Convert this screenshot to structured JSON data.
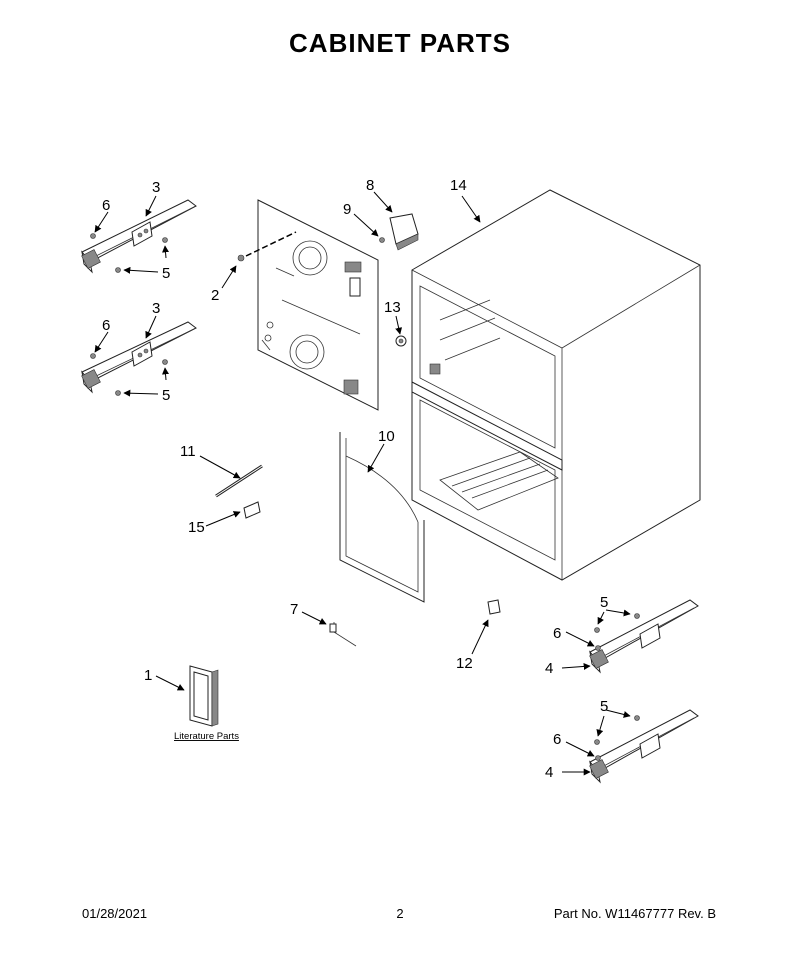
{
  "title": "CABINET PARTS",
  "callouts": [
    {
      "id": "c3a",
      "label": "3"
    },
    {
      "id": "c6a",
      "label": "6"
    },
    {
      "id": "c5a",
      "label": "5"
    },
    {
      "id": "c3b",
      "label": "3"
    },
    {
      "id": "c6b",
      "label": "6"
    },
    {
      "id": "c5b",
      "label": "5"
    },
    {
      "id": "c2",
      "label": "2"
    },
    {
      "id": "c8",
      "label": "8"
    },
    {
      "id": "c9",
      "label": "9"
    },
    {
      "id": "c13",
      "label": "13"
    },
    {
      "id": "c14",
      "label": "14"
    },
    {
      "id": "c10",
      "label": "10"
    },
    {
      "id": "c11",
      "label": "11"
    },
    {
      "id": "c15",
      "label": "15"
    },
    {
      "id": "c7",
      "label": "7"
    },
    {
      "id": "c12",
      "label": "12"
    },
    {
      "id": "c1",
      "label": "1"
    },
    {
      "id": "c5c",
      "label": "5"
    },
    {
      "id": "c6c",
      "label": "6"
    },
    {
      "id": "c4a",
      "label": "4"
    },
    {
      "id": "c5d",
      "label": "5"
    },
    {
      "id": "c6d",
      "label": "6"
    },
    {
      "id": "c4b",
      "label": "4"
    }
  ],
  "literature_label": "Literature Parts",
  "footer": {
    "date": "01/28/2021",
    "page": "2",
    "part_no": "Part No.  W11467777  Rev.  B"
  }
}
